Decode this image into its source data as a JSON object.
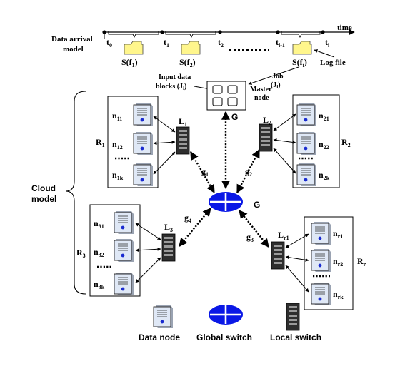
{
  "timeline": {
    "left_label_line1": "Data arrival",
    "left_label_line2": "model",
    "axis_label": "time",
    "ticks": [
      {
        "base": "t",
        "sub": "0"
      },
      {
        "base": "t",
        "sub": "1"
      },
      {
        "base": "t",
        "sub": "2"
      },
      {
        "base": "t",
        "sub": "i-1"
      },
      {
        "base": "t",
        "sub": "i"
      }
    ],
    "files": [
      {
        "base": "S(f",
        "sub": "1",
        "tail": ")"
      },
      {
        "base": "S(f",
        "sub": "2",
        "tail": ")"
      },
      {
        "base": "S(f",
        "sub": "i",
        "tail": ")"
      }
    ],
    "log_file": "Log file",
    "job_line1": "Job",
    "job_line2_base": "(J",
    "job_line2_sub": "i",
    "job_line2_tail": ")"
  },
  "master": {
    "input_line1": "Input data",
    "input_line2_base": "blocks (J",
    "input_line2_sub": "i",
    "input_line2_tail": ")",
    "label_line1": "Master",
    "label_line2": "node",
    "link_label": "G"
  },
  "cloud": {
    "label_line1": "Cloud",
    "label_line2": "model",
    "global_label": "G"
  },
  "racks": [
    {
      "rack": {
        "base": "R",
        "sub": "1"
      },
      "switch": {
        "base": "L",
        "sub": "1"
      },
      "link": {
        "base": "g",
        "sub": "1"
      },
      "nodes": [
        {
          "base": "n",
          "sub": "11"
        },
        {
          "base": "n",
          "sub": "12"
        },
        {
          "base": "n",
          "sub": "1k"
        }
      ]
    },
    {
      "rack": {
        "base": "R",
        "sub": "2"
      },
      "switch": {
        "base": "L",
        "sub": "2"
      },
      "link": {
        "base": "g",
        "sub": "2"
      },
      "nodes": [
        {
          "base": "n",
          "sub": "21"
        },
        {
          "base": "n",
          "sub": "22"
        },
        {
          "base": "n",
          "sub": "2k"
        }
      ]
    },
    {
      "rack": {
        "base": "R",
        "sub": "3"
      },
      "switch": {
        "base": "L",
        "sub": "3"
      },
      "link": {
        "base": "g",
        "sub": "4"
      },
      "nodes": [
        {
          "base": "n",
          "sub": "31"
        },
        {
          "base": "n",
          "sub": "32"
        },
        {
          "base": "n",
          "sub": "3k"
        }
      ]
    },
    {
      "rack": {
        "base": "R",
        "sub": "r"
      },
      "switch": {
        "base": "L",
        "sub": "r1"
      },
      "link": {
        "base": "g",
        "sub": "3"
      },
      "nodes": [
        {
          "base": "n",
          "sub": "r1"
        },
        {
          "base": "n",
          "sub": "r2"
        },
        {
          "base": "n",
          "sub": "rk"
        }
      ]
    }
  ],
  "legend": {
    "data_node": "Data node",
    "global_switch": "Global switch",
    "local_switch": "Local switch"
  },
  "colors": {
    "global_switch": "#0a18e6",
    "server_fill": "#dfe8f6",
    "server_dot": "#1a2bd0",
    "folder_fill": "#fff68c",
    "switch_body": "#2e2e2e"
  }
}
